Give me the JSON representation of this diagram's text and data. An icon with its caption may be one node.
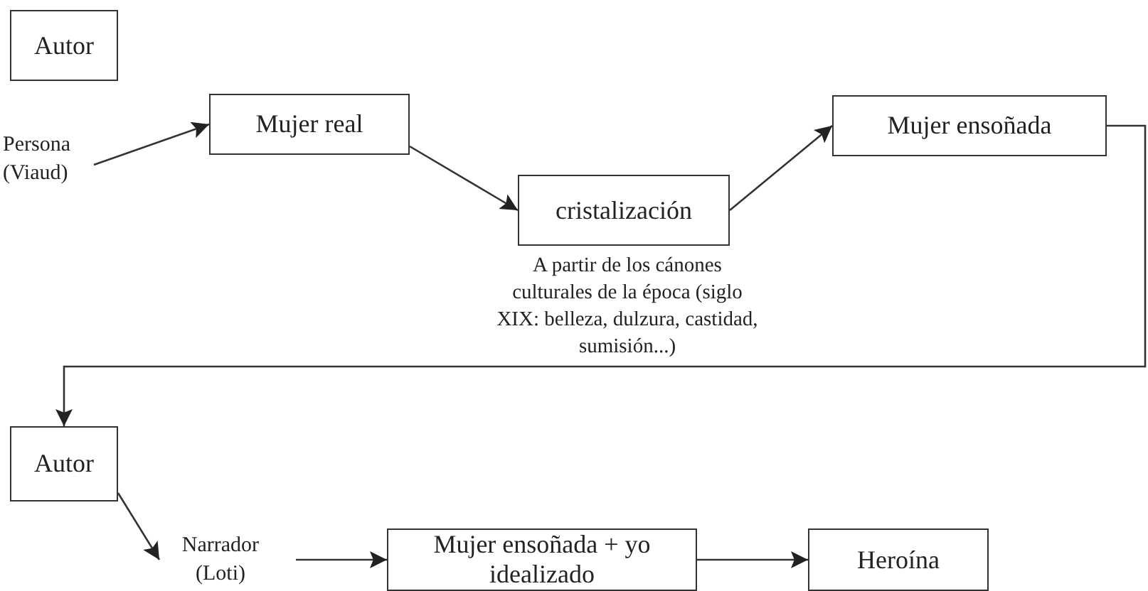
{
  "diagram": {
    "nodes": [
      {
        "text": [
          "Autor"
        ]
      },
      {
        "text": [
          "Persona (Viaud)"
        ]
      },
      {
        "text": [
          "Mujer real"
        ]
      },
      {
        "text": [
          "cristalización"
        ],
        "beside": [
          "A partir de los cánones culturales de la época (siglo XIX: belleza, dulzura, castidad, sumisión...)"
        ]
      },
      {
        "text": [
          "Mujer ensoñada"
        ]
      },
      {
        "text": [
          "Autor"
        ]
      },
      {
        "text": [
          "Narrador (Loti)"
        ]
      },
      {
        "text": [
          "Mujer ensoñada + yo idealizado"
        ]
      },
      {
        "text": [
          "Heroína"
        ]
      }
    ],
    "edges": [
      {
        "from": 1,
        "to": 2,
        "arrow": "to"
      },
      {
        "from": 2,
        "to": 3,
        "arrow": "to"
      },
      {
        "from": 3,
        "to": 4,
        "arrow": "to"
      },
      {
        "from": 4,
        "to": 5,
        "arrow": "to"
      },
      {
        "from": 5,
        "to": 6,
        "arrow": "to"
      },
      {
        "from": 6,
        "to": 7,
        "arrow": "to"
      },
      {
        "from": 7,
        "to": 8,
        "arrow": "to"
      }
    ]
  }
}
